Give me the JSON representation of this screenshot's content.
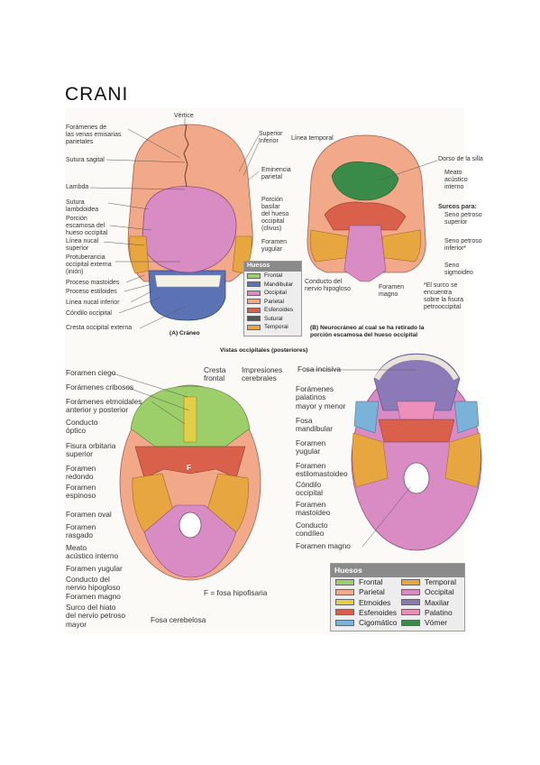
{
  "title": "CRANI",
  "colors": {
    "frontal": "#f2a67e",
    "mandibular": "#5b72b4",
    "occipital": "#d98cc4",
    "parietal": "#f2a98a",
    "esfenoides": "#d9604a",
    "temporal": "#e8a641",
    "etmoides": "#e3cf47",
    "maxilar": "#8c79b8",
    "palatino": "#ed8fba",
    "cigomatico": "#7ab2d9",
    "vomer": "#3a8a4a",
    "frontal_green": "#9ccf6a"
  },
  "fig_a": {
    "labels": {
      "vertice": "Vértice",
      "foramenes_venas": "Forámenes de\nlas venas emisarias\nparietales",
      "sutura_sagital": "Sutura sagital",
      "lambda": "Lambda",
      "sutura_lambdoidea": "Sutura\nlambdoidea",
      "porcion_escamosa": "Porción\nescamosa del\nhueso occipital",
      "linea_nucal_superior": "Línea nucal\nsuperior",
      "protuberancia": "Protuberancia\noccipital externa\n(inión)",
      "proceso_mastoides": "Proceso mastoides",
      "proceso_estiloides": "Proceso estiloides",
      "linea_nucal_inferior": "Línea nucal inferior",
      "condilo_occipital": "Cóndilo occipital",
      "cresta_occipital": "Cresta occipital externa",
      "superior_inferior": "Superior\nInferior",
      "linea_temporal": "Línea temporal",
      "eminencia_parietal": "Eminencia\nparietal"
    },
    "caption": "(A) Cráneo"
  },
  "legend_small": {
    "header": "Huesos",
    "items": [
      {
        "label": "Frontal",
        "color": "#9ccf6a"
      },
      {
        "label": "Mandibular",
        "color": "#5b72b4"
      },
      {
        "label": "Occipital",
        "color": "#d98cc4"
      },
      {
        "label": "Parietal",
        "color": "#f2a98a"
      },
      {
        "label": "Esfenoides",
        "color": "#d9604a"
      },
      {
        "label": "Sutural",
        "color": "#555555"
      },
      {
        "label": "Temporal",
        "color": "#e8a641"
      }
    ]
  },
  "fig_b": {
    "labels": {
      "porcion_basilar": "Porción\nbasilar\ndel hueso\noccipital\n(clivus)",
      "foramen_yugular": "Foramen\nyugular",
      "conducto_hipogloso": "Conducto del\nnervio hipogloso",
      "foramen_magno": "Foramen\nmagno",
      "dorso_silla": "Dorso de la silla",
      "meato": "Meato\nacústico\ninterno",
      "surcos_para": "Surcos para:",
      "seno_superior": "Seno petroso\nsuperior",
      "seno_inferior": "Seno petroso\ninferior*",
      "seno_sigmoideo": "Seno\nsigmoideo",
      "nota_surco": "*El surco se\nencuentra\nsobre la fisura\npetrooccipital"
    },
    "caption": "(B) Neurocráneo al cual se ha retirado la\nporción escamosa del hueso occipital"
  },
  "vistas_caption": "Vistas occipitales (posteriores)",
  "fig_c": {
    "labels": {
      "foramen_ciego": "Foramen ciego",
      "foramenes_cribosos": "Forámenes cribosos",
      "foramenes_etmoidales": "Forámenes etmoidales\nanterior y posterior",
      "conducto_optico": "Conducto\nóptico",
      "fisura_orbitaria": "Fisura orbitaria\nsuperior",
      "foramen_redondo": "Foramen\nredondo",
      "foramen_espinoso": "Foramen\nespinoso",
      "foramen_oval": "Foramen oval",
      "foramen_rasgado": "Foramen\nrasgado",
      "meato_acustico": "Meato\nacústico interno",
      "foramen_yugular": "Foramen yugular",
      "conducto_hipogloso": "Conducto del\nnervio hipogloso",
      "foramen_magno": "Foramen magno",
      "surco_hiato": "Surco del hiato\ndel nervio petroso\nmayor",
      "cresta_frontal": "Cresta\nfrontal",
      "impresiones": "Impresiones\ncerebrales",
      "f_fosa": "F = fosa hipofisaria",
      "fosa_cerebelosa": "Fosa cerebelosa",
      "f_mark": "F"
    }
  },
  "fig_d": {
    "labels": {
      "fosa_incisiva": "Fosa incisiva",
      "foramenes_palatinos": "Forámenes\npalatinos\nmayor y menor",
      "fosa_mandibular": "Fosa\nmandibular",
      "foramen_yugular": "Foramen\nyugular",
      "foramen_estilomastoideo": "Foramen\nestilomastoideo",
      "condilo_occipital": "Cóndilo\noccipital",
      "foramen_mastoideo": "Foramen\nmastoideo",
      "conducto_condileo": "Conducto\ncondíleo",
      "foramen_magno": "Foramen magno"
    }
  },
  "legend_big": {
    "header": "Huesos",
    "items": [
      {
        "label": "Frontal",
        "color": "#9ccf6a"
      },
      {
        "label": "Temporal",
        "color": "#e8a641"
      },
      {
        "label": "Parietal",
        "color": "#f2a98a"
      },
      {
        "label": "Occipital",
        "color": "#d98cc4"
      },
      {
        "label": "Etmoides",
        "color": "#e3cf47"
      },
      {
        "label": "Maxilar",
        "color": "#8c79b8"
      },
      {
        "label": "Esfenoides",
        "color": "#d9604a"
      },
      {
        "label": "Palatino",
        "color": "#ed8fba"
      },
      {
        "label": "Cigomático",
        "color": "#7ab2d9"
      },
      {
        "label": "Vómer",
        "color": "#3a8a4a"
      }
    ]
  }
}
